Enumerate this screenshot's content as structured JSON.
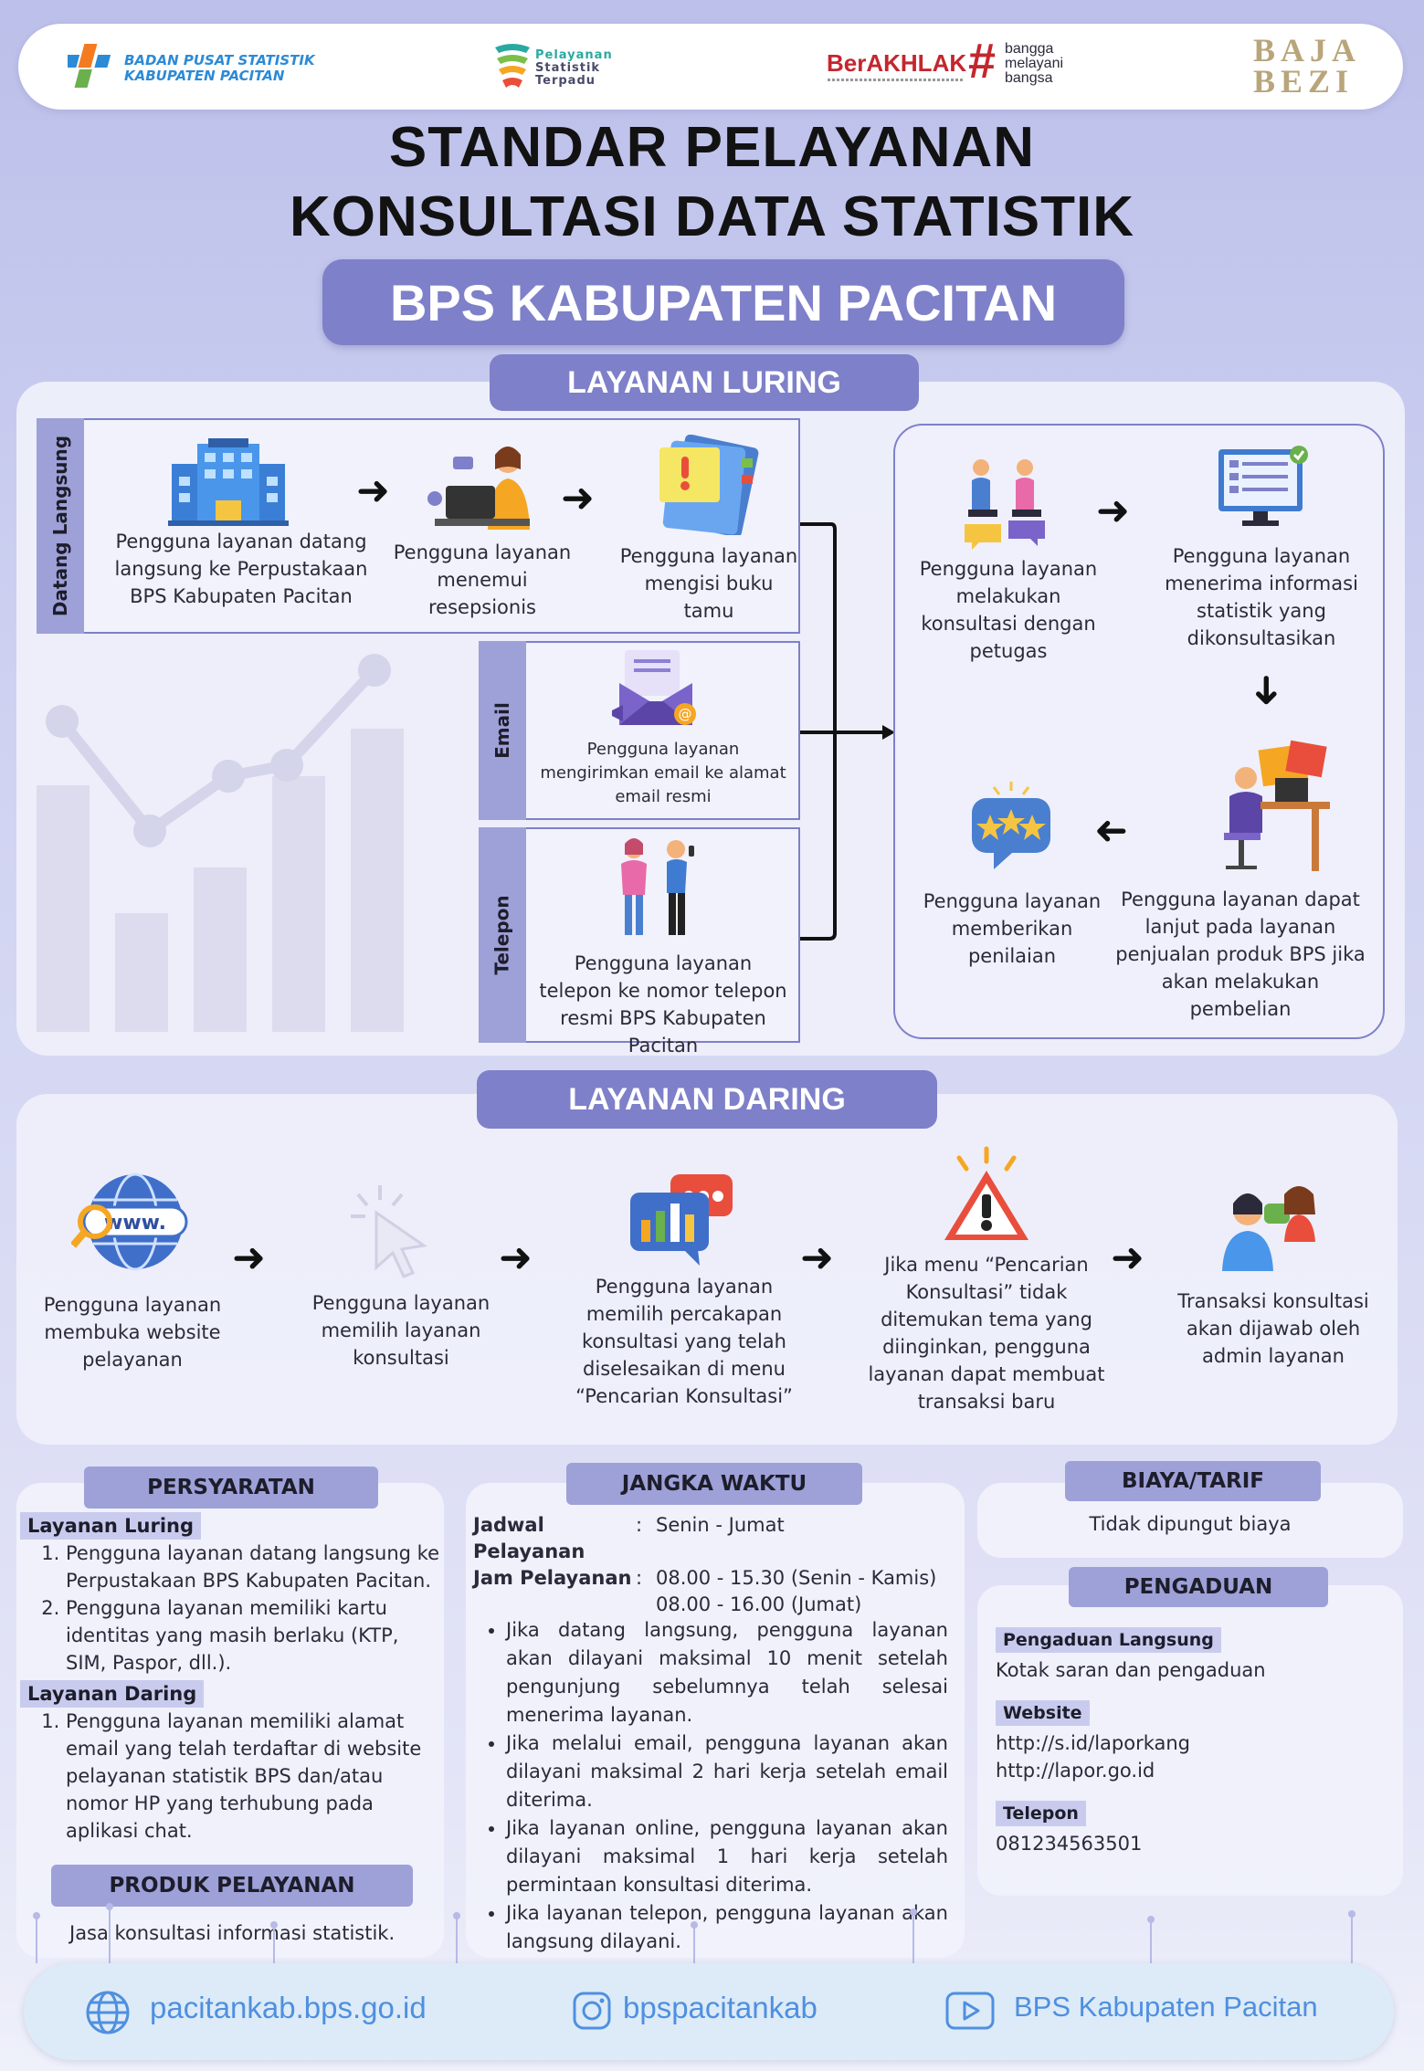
{
  "header": {
    "bps_logo_line1": "BADAN PUSAT STATISTIK",
    "bps_logo_line2": "KABUPATEN PACITAN",
    "pst_line1": "Pelayanan",
    "pst_line2": "Statistik",
    "pst_line3": "Terpadu",
    "berakhlak": "BerAKHLAK",
    "bangga_line1": "bangga",
    "bangga_line2": "melayani",
    "bangga_line3": "bangsa",
    "bajabezi_line1": "BAJA",
    "bajabezi_line2": "BEZI"
  },
  "title": {
    "line1": "STANDAR PELAYANAN",
    "line2": "KONSULTASI DATA STATISTIK",
    "subtitle": "BPS KABUPATEN PACITAN"
  },
  "luring": {
    "heading": "LAYANAN LURING",
    "tab_datang": "Datang Langsung",
    "tab_email": "Email",
    "tab_telepon": "Telepon",
    "step_datang": "Pengguna layanan datang langsung ke Perpustakaan BPS Kabupaten Pacitan",
    "step_resepsionis": "Pengguna layanan menemui resepsionis",
    "step_bukutamu": "Pengguna layanan mengisi buku tamu",
    "step_email": "Pengguna layanan mengirimkan email ke alamat email resmi",
    "step_telepon": "Pengguna layanan telepon ke nomor telepon resmi BPS Kabupaten Pacitan",
    "step_konsultasi": "Pengguna layanan melakukan konsultasi dengan petugas",
    "step_menerima": "Pengguna layanan menerima informasi statistik yang dikonsultasikan",
    "step_lanjut": "Pengguna layanan dapat lanjut pada layanan penjualan produk BPS jika akan melakukan pembelian",
    "step_penilaian": "Pengguna layanan memberikan penilaian"
  },
  "daring": {
    "heading": "LAYANAN DARING",
    "steps": [
      "Pengguna layanan membuka website pelayanan",
      "Pengguna layanan memilih layanan konsultasi",
      "Pengguna layanan memilih percakapan konsultasi yang telah diselesaikan di menu “Pencarian Konsultasi”",
      "Jika menu “Pencarian Konsultasi” tidak ditemukan tema yang diinginkan, pengguna layanan dapat membuat transaksi baru",
      "Transaksi konsultasi akan dijawab oleh admin layanan"
    ],
    "www_icon_text": "www."
  },
  "persyaratan": {
    "heading": "PERSYARATAN",
    "luring_label": "Layanan Luring",
    "luring_items": [
      "Pengguna layanan datang langsung ke Perpustakaan BPS Kabupaten Pacitan.",
      "Pengguna layanan memiliki kartu identitas yang masih berlaku (KTP, SIM, Paspor, dll.)."
    ],
    "daring_label": "Layanan Daring",
    "daring_items": [
      "Pengguna layanan memiliki alamat email yang telah terdaftar di website pelayanan statistik BPS dan/atau nomor HP yang terhubung pada aplikasi chat."
    ]
  },
  "produk": {
    "heading": "PRODUK PELAYANAN",
    "text": "Jasa konsultasi informasi statistik."
  },
  "jangka": {
    "heading": "JANGKA WAKTU",
    "jadwal_label": "Jadwal Pelayanan",
    "jadwal_value": "Senin - Jumat",
    "jam_label": "Jam Pelayanan",
    "jam_value1": "08.00 - 15.30 (Senin - Kamis)",
    "jam_value2": "08.00 - 16.00 (Jumat)",
    "colon": ":",
    "bullets": [
      "Jika datang langsung, pengguna layanan akan dilayani maksimal 10 menit setelah pengunjung sebelumnya telah selesai menerima layanan.",
      "Jika melalui email, pengguna layanan akan dilayani maksimal 2 hari kerja setelah email diterima.",
      "Jika layanan online, pengguna layanan akan dilayani maksimal 1 hari kerja setelah permintaan konsultasi diterima.",
      "Jika layanan telepon, pengguna layanan akan langsung dilayani."
    ]
  },
  "biaya": {
    "heading": "BIAYA/TARIF",
    "text": "Tidak dipungut biaya"
  },
  "pengaduan": {
    "heading": "PENGADUAN",
    "langsung_label": "Pengaduan Langsung",
    "langsung_value": "Kotak saran dan pengaduan",
    "website_label": "Website",
    "website_1": "http://s.id/laporkang",
    "website_2": "http://lapor.go.id",
    "telepon_label": "Telepon",
    "telepon_value": "081234563501"
  },
  "footer": {
    "website": "pacitankab.bps.go.id",
    "instagram": "bpspacitankab",
    "youtube": "BPS Kabupaten Pacitan"
  },
  "colors": {
    "accent": "#7e80c9",
    "accent_light": "#9ea0d8",
    "bps_blue": "#2c8ad6",
    "berakhlak_red": "#c4262e",
    "footer_text": "#4f8fe0"
  }
}
